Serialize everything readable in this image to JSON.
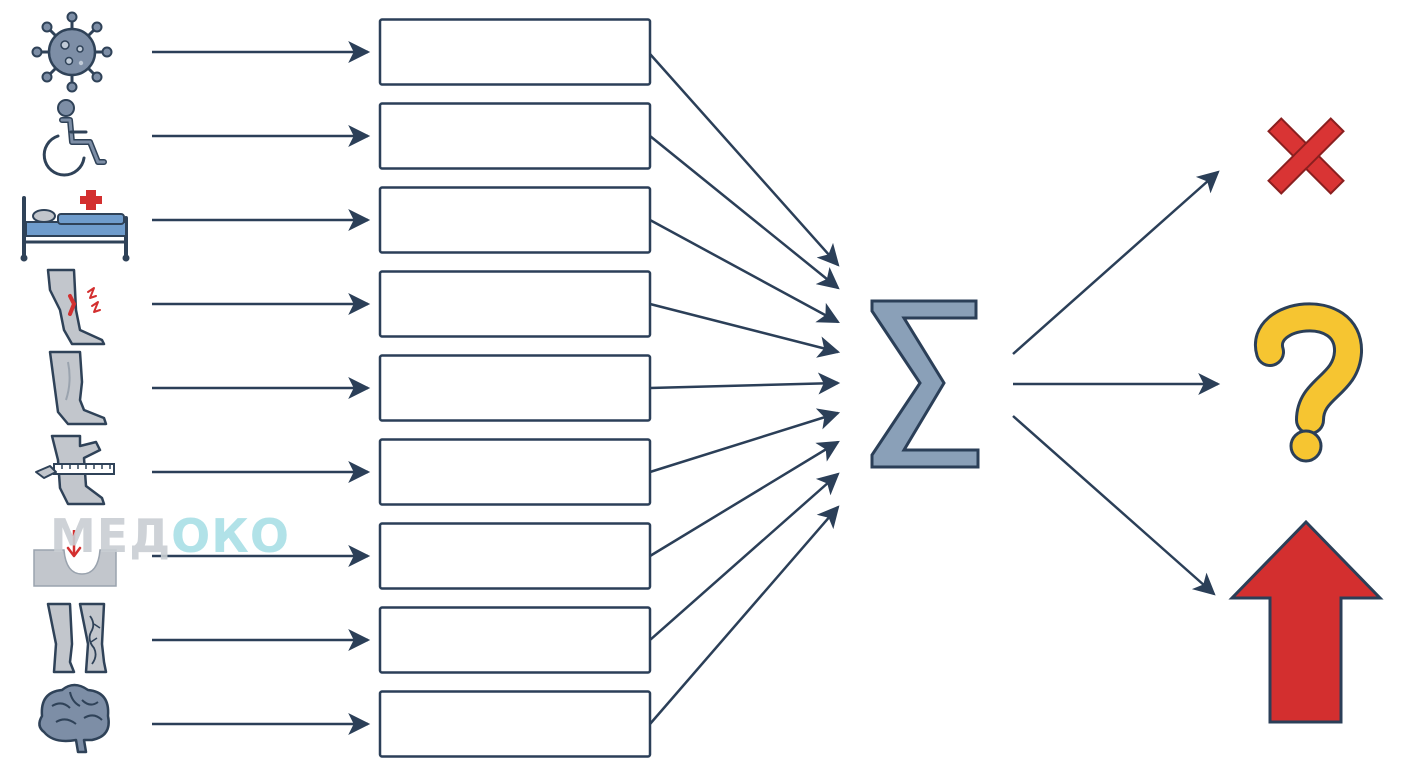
{
  "colors": {
    "stroke": "#2b3f58",
    "icon_fill": "#7d8ea6",
    "icon_dark": "#2f4258",
    "skin": "#c2c6cc",
    "bed_fill": "#6f9ccc",
    "medical_red": "#d32f2f",
    "sigma_fill": "#8aa0b8",
    "cross_red": "#d93434",
    "question_yellow": "#f6c531",
    "arrow_red": "#d32f2f",
    "box_fill": "#ffffff",
    "watermark_gray": "#c9ced3",
    "watermark_teal": "#a9dfe6"
  },
  "inputs": [
    {
      "icon": "virus-icon",
      "label": ""
    },
    {
      "icon": "wheelchair-icon",
      "label": ""
    },
    {
      "icon": "hospital-bed-icon",
      "label": ""
    },
    {
      "icon": "leg-pain-icon",
      "label": ""
    },
    {
      "icon": "swollen-leg-icon",
      "label": ""
    },
    {
      "icon": "leg-measure-icon",
      "label": ""
    },
    {
      "icon": "pitting-edema-icon",
      "label": ""
    },
    {
      "icon": "varicose-veins-icon",
      "label": ""
    },
    {
      "icon": "brain-icon",
      "label": ""
    }
  ],
  "aggregator": {
    "symbol": "Σ",
    "icon": "sigma-icon"
  },
  "outcomes": [
    {
      "icon": "cross-icon",
      "meaning": "low"
    },
    {
      "icon": "question-icon",
      "meaning": "uncertain"
    },
    {
      "icon": "up-arrow-icon",
      "meaning": "high"
    }
  ],
  "watermark": {
    "part1": "МЕД",
    "part2": "ОКО"
  }
}
